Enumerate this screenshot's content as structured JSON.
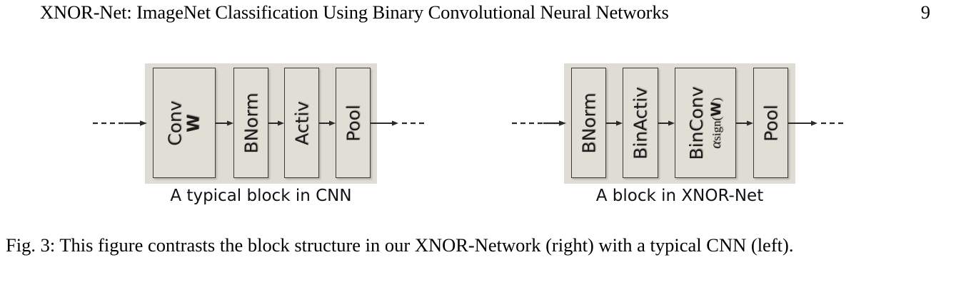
{
  "header": {
    "title": "XNOR-Net: ImageNet Classification Using Binary Convolutional Neural Networks",
    "page_number": "9"
  },
  "figure": {
    "caption_label": "Fig. 3:",
    "caption_text": " This figure contrasts the block structure in our XNOR-Network (right) with a typical CNN (left).",
    "panel_fill_color": "#dedcd3",
    "box_fill_color": "#e0ded5",
    "box_border_color": "#3a3a38",
    "panels": [
      {
        "id": "cnn-block",
        "subcaption": "A typical block in CNN",
        "stages": [
          {
            "name": "conv",
            "main": "Conv",
            "sub": "W",
            "sub_kind": "bold"
          },
          {
            "name": "bnorm",
            "main": "BNorm",
            "sub": "",
            "sub_kind": "none"
          },
          {
            "name": "activ",
            "main": "Activ",
            "sub": "",
            "sub_kind": "none"
          },
          {
            "name": "pool",
            "main": "Pool",
            "sub": "",
            "sub_kind": "none"
          }
        ]
      },
      {
        "id": "xnor-block",
        "subcaption": "A block in XNOR-Net",
        "stages": [
          {
            "name": "bnorm",
            "main": "BNorm",
            "sub": "",
            "sub_kind": "none"
          },
          {
            "name": "binactiv",
            "main": "BinActiv",
            "sub": "",
            "sub_kind": "none"
          },
          {
            "name": "binconv",
            "main": "BinConv",
            "sub": "α sign(W)",
            "sub_kind": "math",
            "sub_parts": {
              "alpha": "α",
              "fn": "sign(",
              "w": "W",
              "close": ")"
            }
          },
          {
            "name": "pool",
            "main": "Pool",
            "sub": "",
            "sub_kind": "none"
          }
        ]
      }
    ]
  }
}
